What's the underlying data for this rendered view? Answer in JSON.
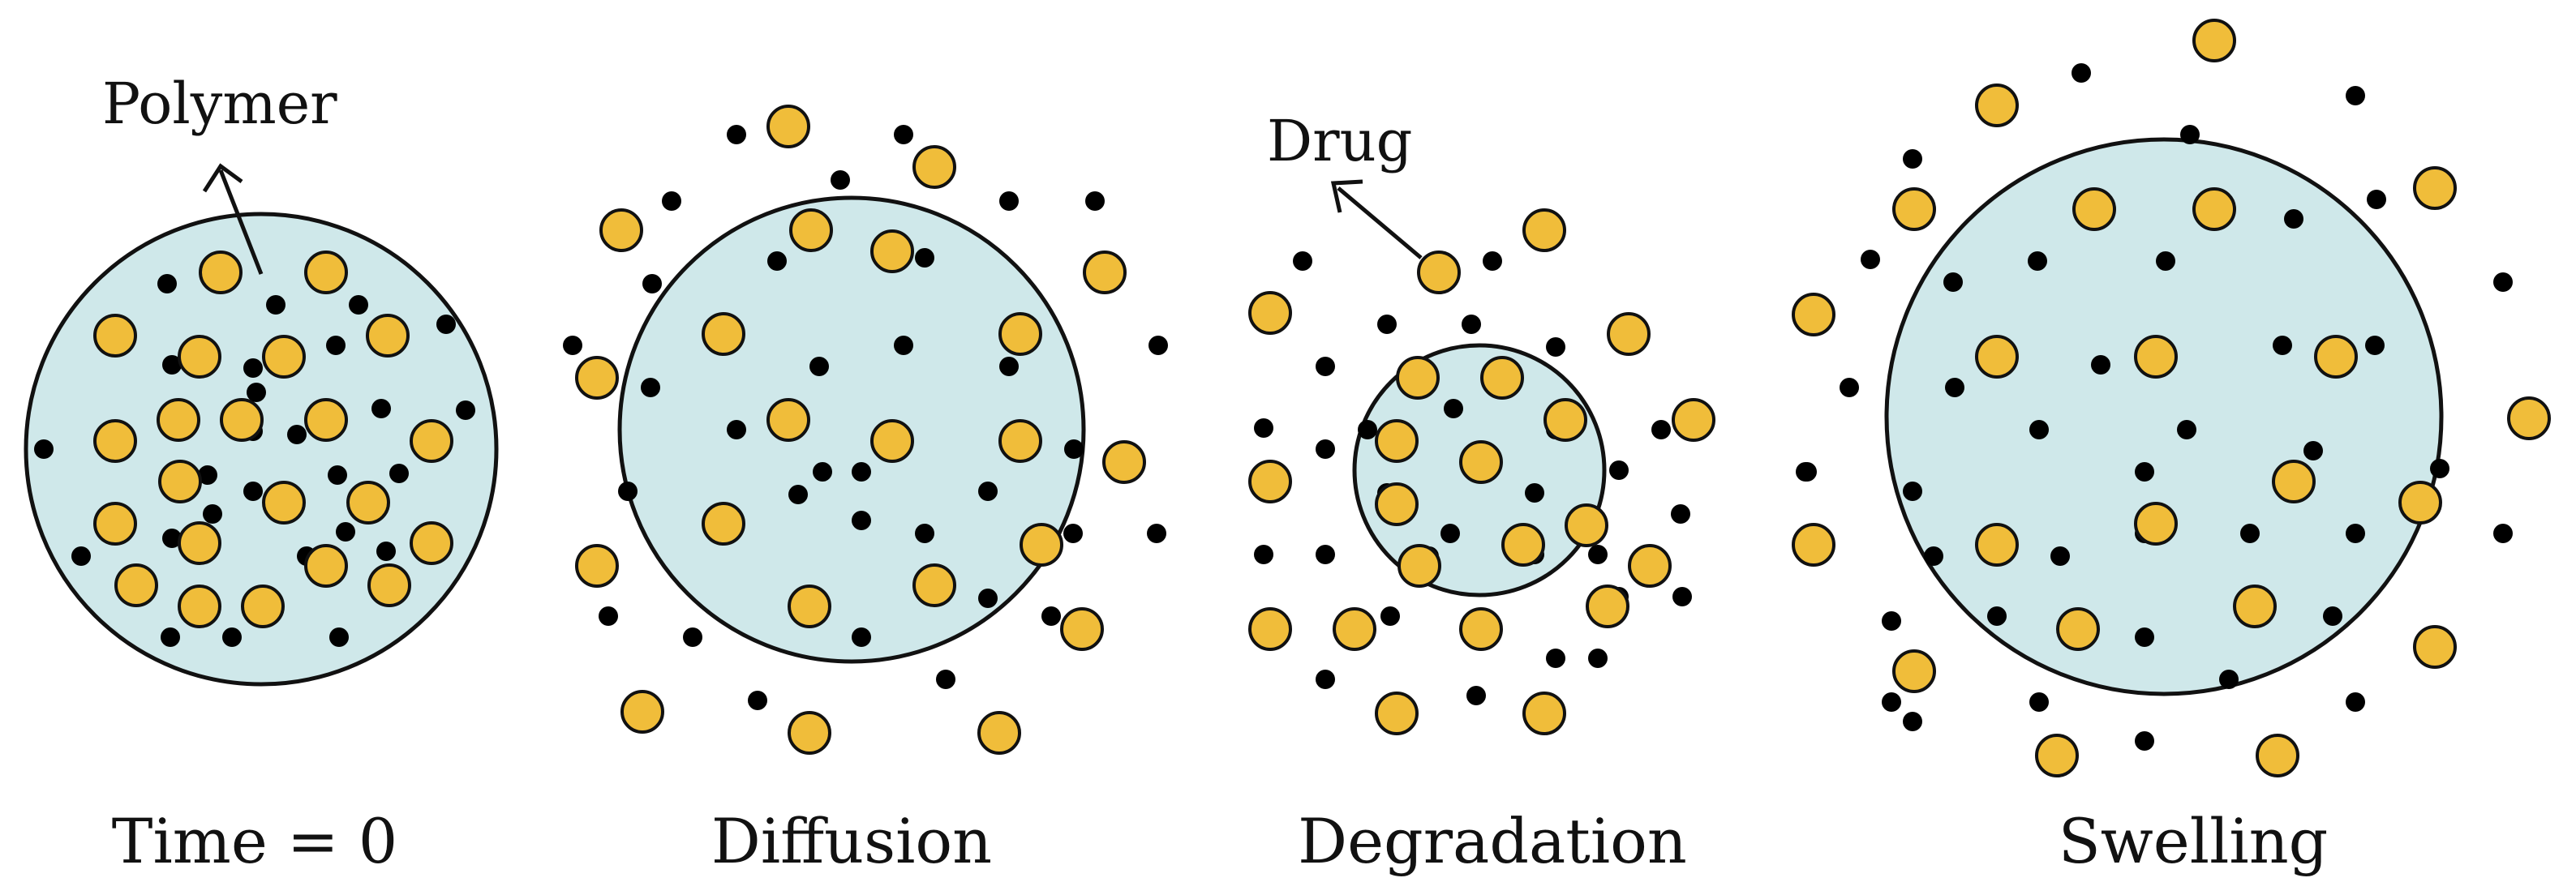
{
  "colors": {
    "polymer_fill": "#cfe8ea",
    "outline": "#111111",
    "drug_fill": "#f0bd3a",
    "particle": "#000000"
  },
  "callouts": {
    "polymer": "Polymer",
    "drug": "Drug"
  },
  "panels": [
    {
      "id": "time-zero",
      "caption": "Time = 0"
    },
    {
      "id": "diffusion",
      "caption": "Diffusion"
    },
    {
      "id": "degradation",
      "caption": "Degradation"
    },
    {
      "id": "swelling",
      "caption": "Swelling"
    }
  ]
}
